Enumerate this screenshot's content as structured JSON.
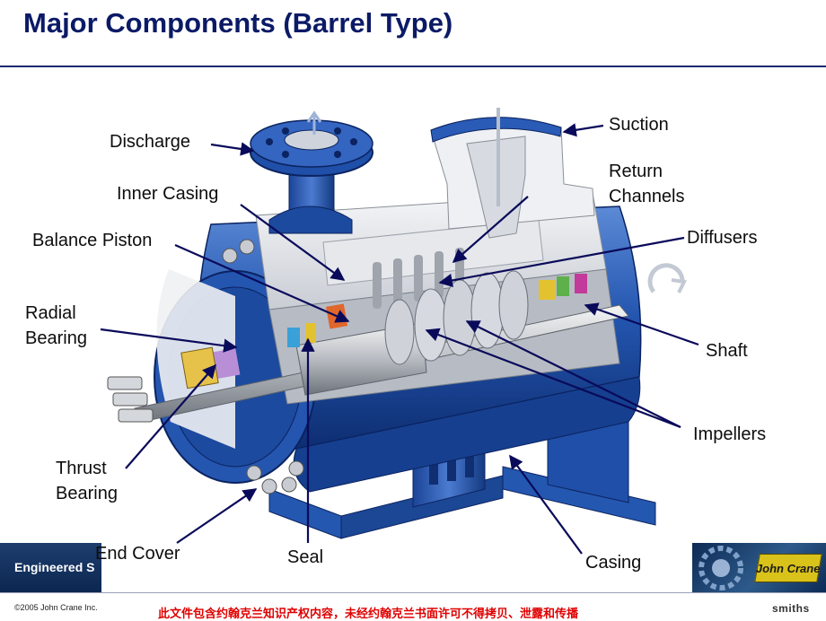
{
  "title": "Major Components (Barrel Type)",
  "labels": {
    "discharge": "Discharge",
    "suction": "Suction",
    "return_1": "Return",
    "return_2": "Channels",
    "inner_casing": "Inner Casing",
    "diffusers": "Diffusers",
    "balance_piston": "Balance Piston",
    "radial_1": "Radial",
    "radial_2": "Bearing",
    "shaft": "Shaft",
    "impellers": "Impellers",
    "thrust_1": "Thrust",
    "thrust_2": "Bearing",
    "end_cover": "End Cover",
    "seal": "Seal",
    "casing": "Casing"
  },
  "footer": {
    "band_text": "Engineered S",
    "logo_text": "John Crane",
    "copyright": "©2005 John Crane Inc.",
    "notice": "此文件包含约翰克兰知识产权内容，未经约翰克兰书面许可不得拷贝、泄露和传播",
    "brand": "smiths"
  },
  "colors": {
    "title": "#0b1a66",
    "casing_blue": "#1f4fa8",
    "leader": "#0a0a5a",
    "notice": "#e00000"
  }
}
